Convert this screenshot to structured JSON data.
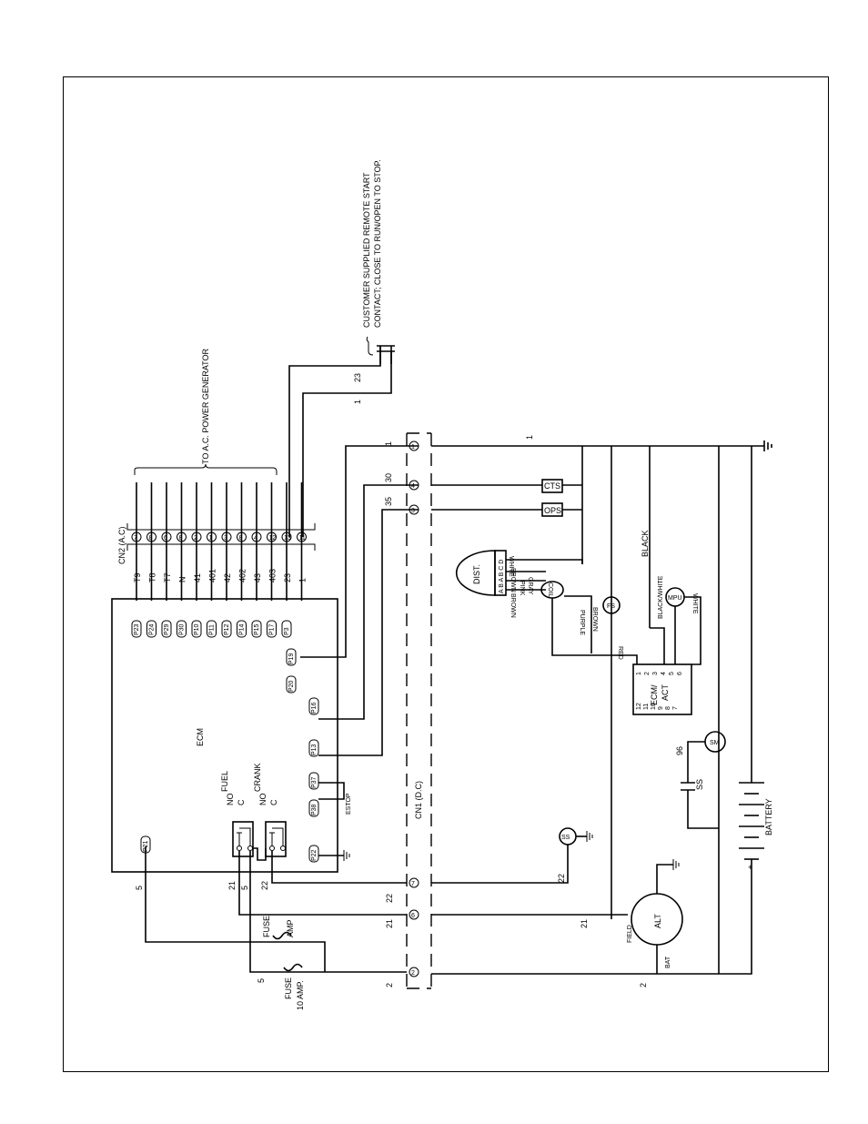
{
  "header": {
    "to_ac_generator": "TO A.C. POWER GENERATOR",
    "remote_start_line1": "CUSTOMER SUPPLIED REMOTE START",
    "remote_start_line2": "CONTACT; CLOSE TO RUN/OPEN TO STOP."
  },
  "cn2": {
    "title": "CN2 (A.C)",
    "wires": [
      {
        "label": "T9",
        "pin": "7",
        "term": "P23"
      },
      {
        "label": "T8",
        "pin": "8",
        "term": "P24"
      },
      {
        "label": "T7",
        "pin": "6",
        "term": "P29"
      },
      {
        "label": "N",
        "pin": "8",
        "term": "P30"
      },
      {
        "label": "41",
        "pin": "2",
        "term": "P10"
      },
      {
        "label": "401",
        "pin": "1",
        "term": "P11"
      },
      {
        "label": "42",
        "pin": "3",
        "term": "P12"
      },
      {
        "label": "402",
        "pin": "8",
        "term": "P14"
      },
      {
        "label": "43",
        "pin": "4",
        "term": "P15"
      },
      {
        "label": "403",
        "pin": "12",
        "term": "P17"
      },
      {
        "label": "23",
        "pin": "13",
        "term": "P3"
      },
      {
        "label": "1",
        "pin": "11",
        "term": ""
      }
    ]
  },
  "ecm": {
    "label": "ECM",
    "terminals": [
      "P19",
      "P20",
      "P16",
      "P13",
      "P37",
      "P38",
      "P22",
      "P21"
    ],
    "estop": "ESTOP"
  },
  "relays": {
    "fuel_no": "NO",
    "fuel_name": "FUEL",
    "fuel_c": "C",
    "crank_no": "NO",
    "crank_name": "CRANK",
    "crank_c": "C"
  },
  "cn1": {
    "title": "CN1 (D.C)",
    "top_pins": [
      "1",
      "4",
      "3"
    ],
    "bottom_pins": [
      "7",
      "6",
      "2"
    ]
  },
  "wires": {
    "w1": "1",
    "w23": "23",
    "w30": "30",
    "w35": "35",
    "w22": "22",
    "w21": "21",
    "w5": "5",
    "w2": "2",
    "w96": "96"
  },
  "components": {
    "cts": "CTS",
    "ops": "OPS",
    "dist": "DIST.",
    "coil": "COIL",
    "dist_pins": "A B A B C D",
    "fs": "FS",
    "mpu": "MPU",
    "ecm_act_line1": "ECM/",
    "ecm_act_line2": "ACT",
    "ecm_act_pins_left": [
      "12",
      "11",
      "10",
      "9",
      "8",
      "7"
    ],
    "ecm_act_pins_right": [
      "1",
      "2",
      "3",
      "4",
      "5",
      "6"
    ],
    "sm": "SM",
    "ss": "SS",
    "ss_sw": "SS",
    "alt": "ALT",
    "field": "FIELD",
    "bat": "BAT",
    "battery": "BATTERY",
    "plus": "+",
    "minus": "_",
    "fuse_top": "FUSE",
    "fuse_top_amp": "AMP",
    "fuse_bottom": "FUSE",
    "fuse_bottom_amp": "10 AMP."
  },
  "colors": {
    "white": "WHITE",
    "brown": "BROWN",
    "pink": "PINK",
    "gray": "GRAY",
    "brown2": "BROWN",
    "purple": "PURPLE",
    "brown3": "BROWN",
    "red": "RED",
    "black": "BLACK",
    "black_white": "BLACK/WHITE",
    "white2": "WHITE"
  }
}
